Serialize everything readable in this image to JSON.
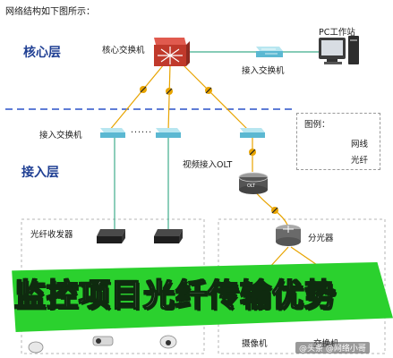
{
  "header": {
    "title": "网络结构如下图所示："
  },
  "layers": {
    "core": "核心层",
    "access": "接入层"
  },
  "nodes": {
    "core_switch": "核心交换机",
    "pc_station": "PC工作站",
    "access_switch_right": "接入交换机",
    "access_switch_left": "接入交换机",
    "ellipsis": "······",
    "video_olt": "视频接入OLT",
    "olt_badge": "OLT",
    "fiber_transceiver": "光纤收发器",
    "splitter": "分光器",
    "camera_bottom": "摄像机",
    "switch_bottom": "交换机"
  },
  "legend": {
    "title": "图例：",
    "wire": "网线",
    "fiber": "光纤"
  },
  "banner": {
    "text": "监控项目光纤传输优势"
  },
  "watermark": {
    "text": "@头条 @网络小哥"
  },
  "colors": {
    "wire": "#3fae8c",
    "fiber": "#e8a400",
    "layer_text": "#1f3f93",
    "layer_divider": "#2a52c9",
    "core_switch": "#c0392b",
    "access_switch": "#7fd0e4",
    "banner": "#2bd12e"
  }
}
